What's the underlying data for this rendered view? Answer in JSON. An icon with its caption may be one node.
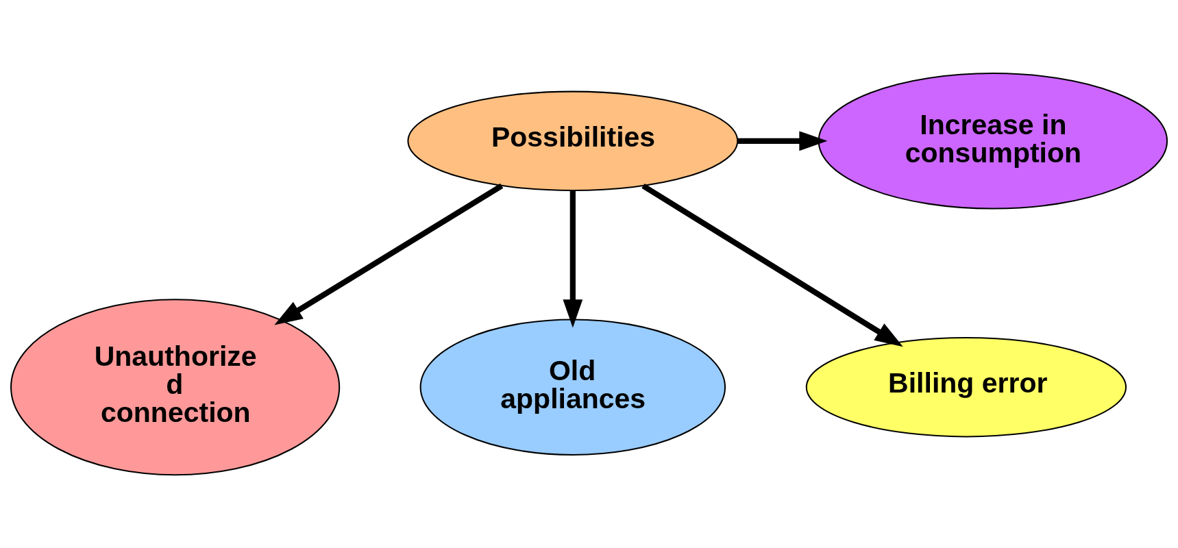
{
  "diagram": {
    "nodes": [
      {
        "text": [
          "Possibilities"
        ]
      },
      {
        "text": [
          "Increase in consumption"
        ]
      },
      {
        "text": [
          "Unauthorize d connection"
        ]
      },
      {
        "text": [
          "Old appliances"
        ]
      },
      {
        "text": [
          "Billing error"
        ]
      }
    ],
    "edges": [
      {
        "from": 0,
        "to": 1,
        "arrow": "to"
      },
      {
        "from": 0,
        "to": 2,
        "arrow": "to"
      },
      {
        "from": 0,
        "to": 3,
        "arrow": "to"
      },
      {
        "from": 0,
        "to": 4,
        "arrow": "to"
      }
    ]
  }
}
